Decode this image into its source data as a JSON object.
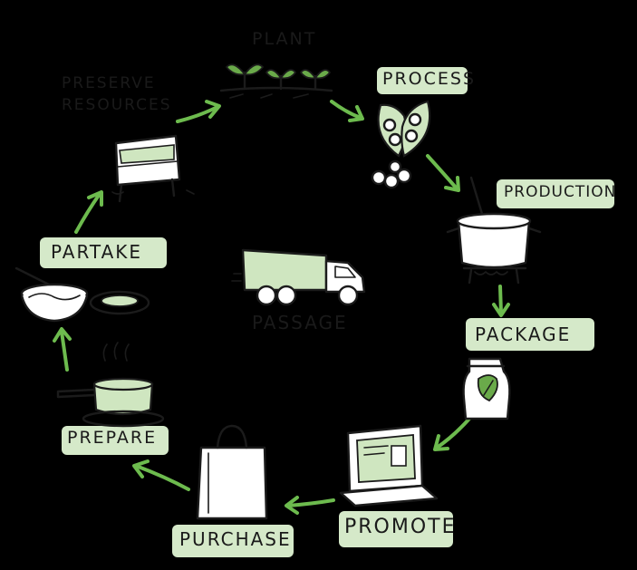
{
  "colors": {
    "background": "#000000",
    "ink": "#1b1b1b",
    "green_highlight": "#d5e9c9",
    "green_fill": "#cfe6c0",
    "arrow_green": "#6dbb4e",
    "leaf_green": "#6aaa4a"
  },
  "labels": {
    "plant": "PLANT",
    "process": "PROCESS",
    "production": "PRODUCTION",
    "package": "PACKAGE",
    "promote": "PROMOTE",
    "purchase": "PURCHASE",
    "prepare": "PREPARE",
    "partake": "PARTAKE",
    "preserve_line1": "PRESERVE",
    "preserve_line2": "RESOURCES",
    "passage": "PASSAGE"
  },
  "icons": [
    "seedlings-icon",
    "pea-pod-icon",
    "cooking-pot-icon",
    "jar-icon",
    "laptop-icon",
    "shopping-bag-icon",
    "saucepan-icon",
    "bowl-and-plate-icon",
    "compost-bin-icon",
    "truck-icon"
  ]
}
